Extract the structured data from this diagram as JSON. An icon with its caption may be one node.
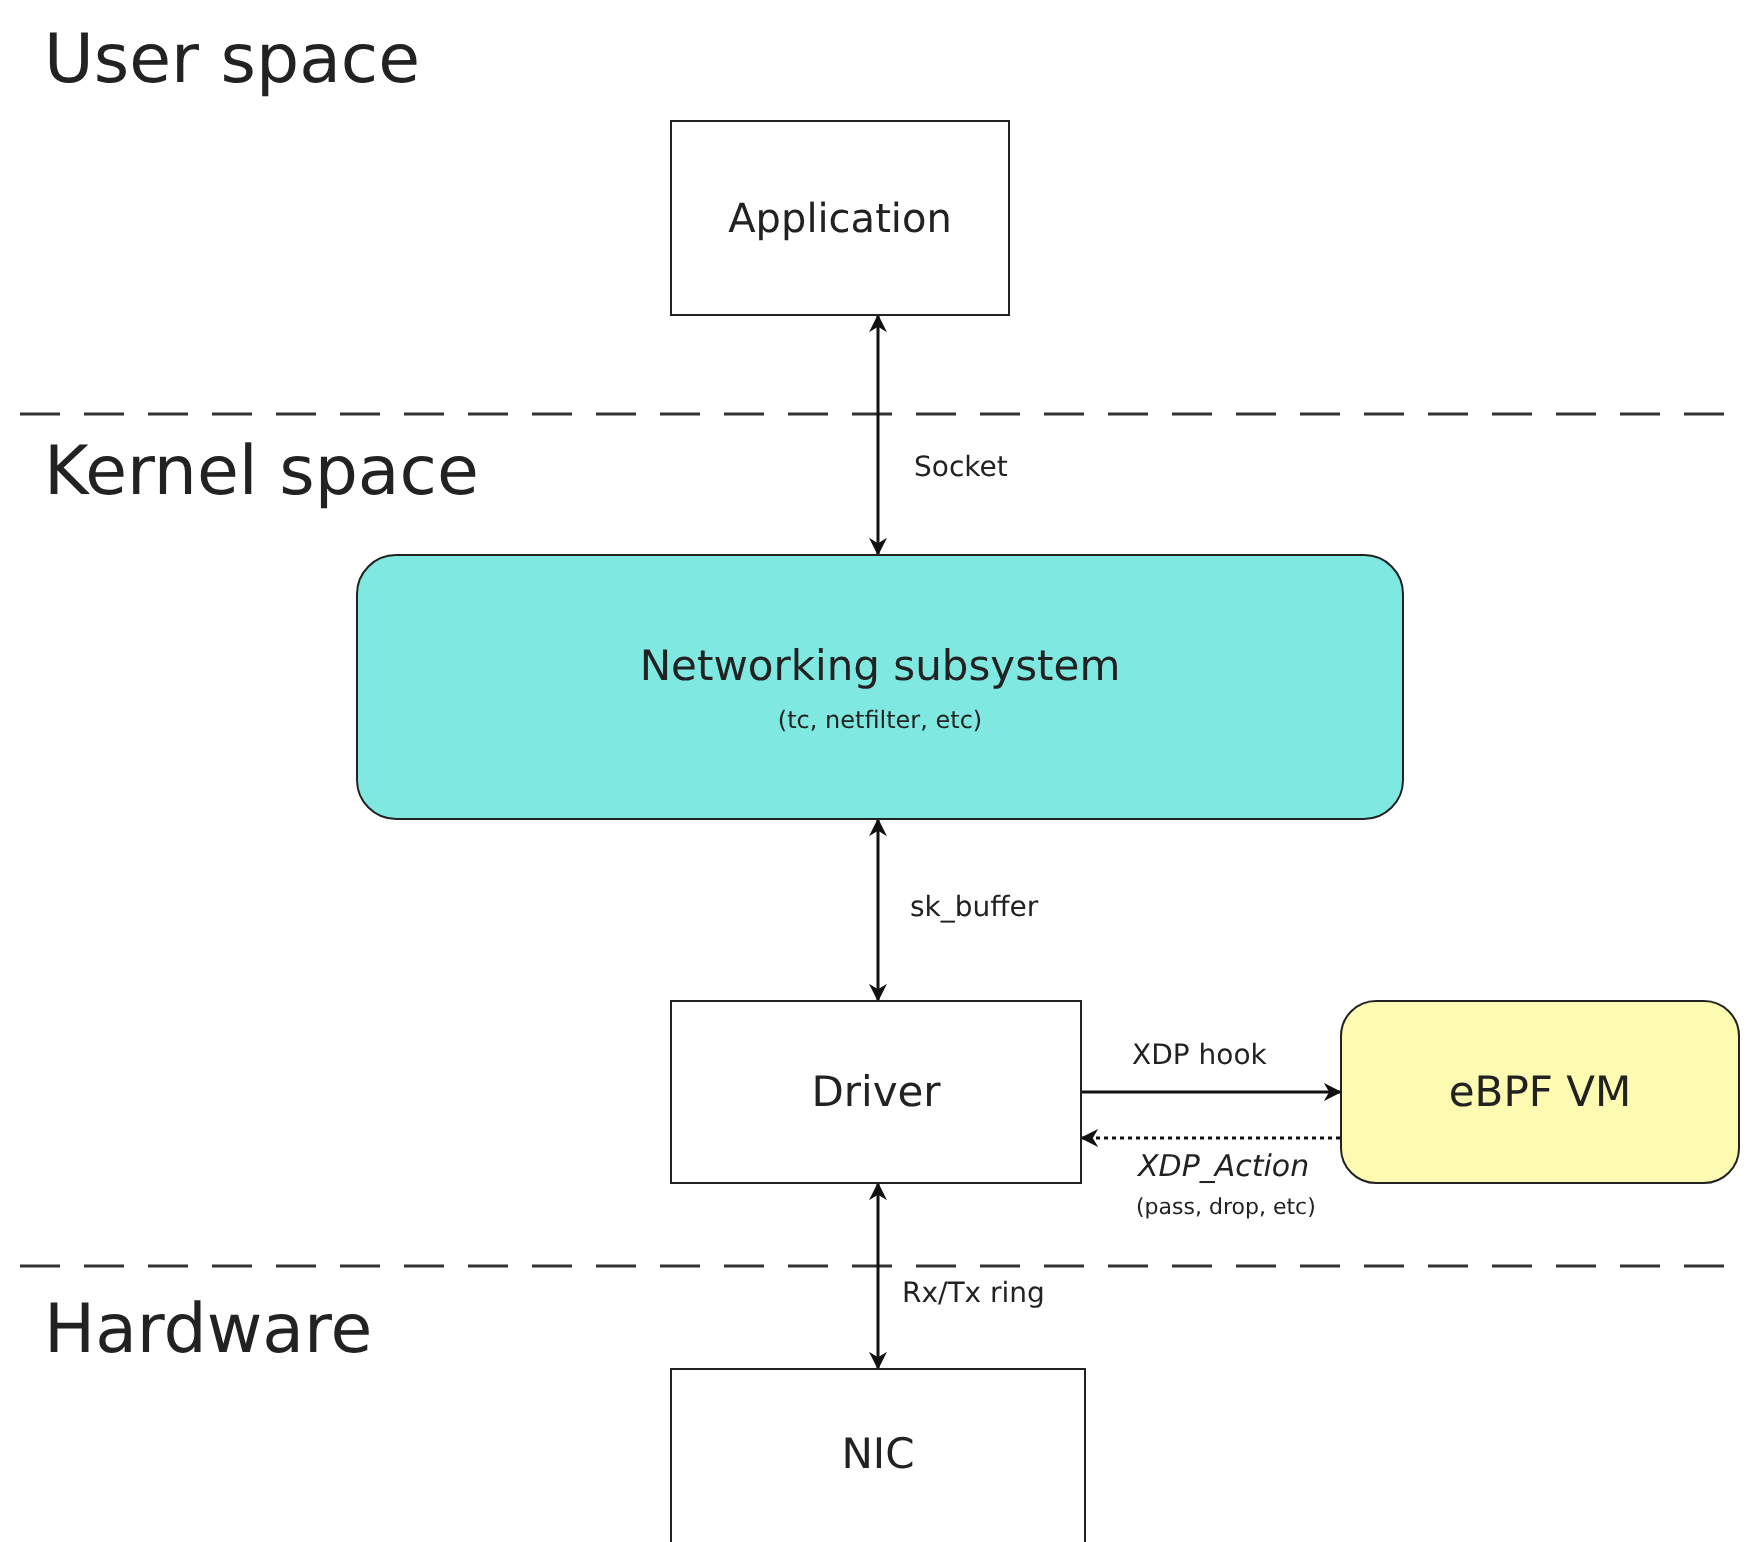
{
  "diagram": {
    "nodes": [
      {
        "text": [
          "Application"
        ]
      },
      {
        "text": [
          "Networking subsystem",
          "(tc, netfilter, etc)"
        ]
      },
      {
        "text": [
          "Driver"
        ]
      },
      {
        "text": [
          "eBPF VM"
        ]
      },
      {
        "text": [
          "NIC"
        ]
      }
    ],
    "edges": [
      {
        "from": 0,
        "to": 1,
        "arrow": "both",
        "label": "Socket"
      },
      {
        "from": 1,
        "to": 2,
        "arrow": "both",
        "label": "sk_buffer"
      },
      {
        "from": 2,
        "to": 3,
        "arrow": "to",
        "label": "XDP hook"
      },
      {
        "from": 3,
        "to": 2,
        "arrow": "to",
        "label": "XDP_Action",
        "style": "dashed"
      },
      {
        "from": 2,
        "to": 4,
        "arrow": "both",
        "label": "Rx/Tx ring"
      }
    ],
    "labels": [
      "User space",
      "Kernel space",
      "Hardware",
      "(pass, drop, etc)"
    ]
  }
}
